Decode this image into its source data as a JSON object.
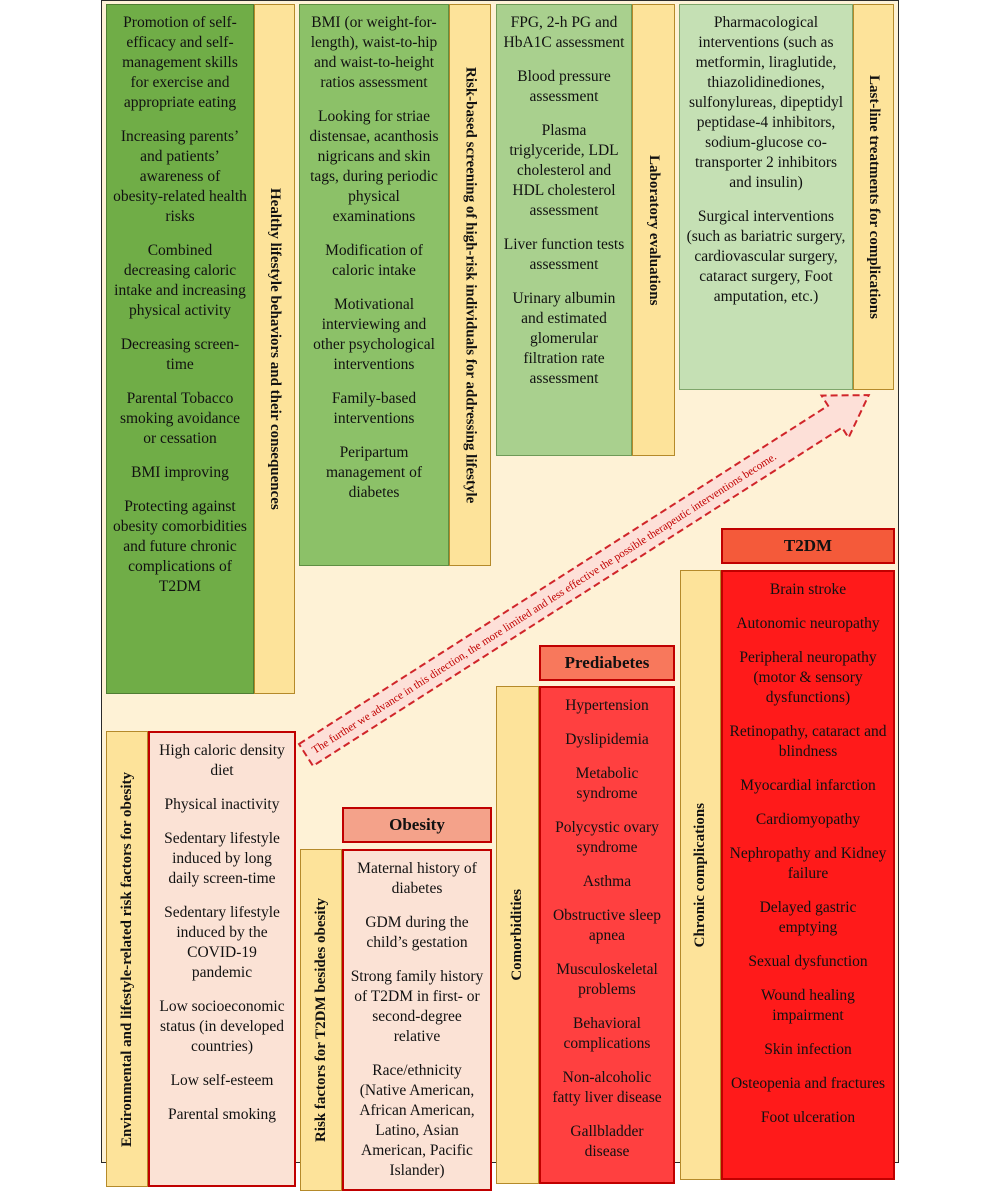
{
  "top": {
    "healthy": {
      "label": "Healthy lifestyle behaviors and their consequences",
      "items": [
        "Promotion of self-efficacy and self-management skills for exercise and appropriate eating",
        "Increasing parents’ and patients’ awareness of obesity-related health risks",
        "Combined decreasing caloric intake and increasing physical activity",
        "Decreasing screen-time",
        "Parental Tobacco smoking avoidance or cessation",
        "BMI improving",
        "Protecting against obesity comorbidities and future chronic complications of T2DM"
      ]
    },
    "screening": {
      "label": "Risk-based screening of high-risk individuals for addressing lifestyle",
      "items": [
        "BMI (or weight-for-length), waist-to-hip and waist-to-height ratios assessment",
        "Looking for striae distensae, acanthosis nigricans and skin tags, during periodic physical examinations",
        "Modification of caloric intake",
        "Motivational interviewing and other psychological interventions",
        "Family-based interventions",
        "Peripartum management of diabetes"
      ]
    },
    "lab": {
      "label": "Laboratory evaluations",
      "items": [
        "FPG, 2-h PG and HbA1C assessment",
        "Blood pressure assessment",
        "Plasma triglyceride, LDL cholesterol and HDL cholesterol assessment",
        "Liver function tests assessment",
        "Urinary albumin and estimated glomerular filtration rate assessment"
      ]
    },
    "lastline": {
      "label": "Last-line treatments for complications",
      "items": [
        "Pharmacological interventions (such as metformin, liraglutide, thiazolidinediones, sulfonylureas, dipeptidyl peptidase-4 inhibitors, sodium-glucose co-transporter 2 inhibitors and insulin)",
        "Surgical interventions (such as bariatric surgery, cardiovascular surgery, cataract surgery, Foot amputation, etc.)"
      ]
    }
  },
  "arrow_text": "The further we advance in this direction, the more limited and less effective the possible therapeutic interventions become.",
  "bottom": {
    "environmental": {
      "label": "Environmental and lifestyle-related risk factors for obesity",
      "items": [
        "High caloric density diet",
        "Physical inactivity",
        "Sedentary lifestyle induced by long daily screen-time",
        "Sedentary lifestyle induced by the COVID-19 pandemic",
        "Low socioeconomic status (in developed countries)",
        "Low self-esteem",
        "Parental smoking"
      ]
    },
    "obesity": {
      "title": "Obesity",
      "label": "Risk factors for T2DM besides obesity",
      "items": [
        "Maternal history of diabetes",
        "GDM during the child’s gestation",
        "Strong family history of T2DM in first- or second-degree relative",
        "Race/ethnicity (Native American, African American, Latino, Asian American, Pacific Islander)"
      ]
    },
    "prediabetes": {
      "title": "Prediabetes",
      "label": "Comorbidities",
      "items": [
        "Hypertension",
        "Dyslipidemia",
        "Metabolic syndrome",
        "Polycystic ovary syndrome",
        "Asthma",
        "Obstructive sleep apnea",
        "Musculoskeletal problems",
        "Behavioral complications",
        "Non-alcoholic fatty liver disease",
        "Gallbladder disease"
      ]
    },
    "t2dm": {
      "title": "T2DM",
      "label": "Chronic complications",
      "items": [
        "Brain stroke",
        "Autonomic neuropathy",
        "Peripheral neuropathy (motor & sensory dysfunctions)",
        "Retinopathy, cataract and blindness",
        "Myocardial infarction",
        "Cardiomyopathy",
        "Nephropathy and Kidney failure",
        "Delayed gastric emptying",
        "Sexual dysfunction",
        "Wound healing impairment",
        "Skin infection",
        "Osteopenia and fractures",
        "Foot ulceration"
      ]
    }
  }
}
